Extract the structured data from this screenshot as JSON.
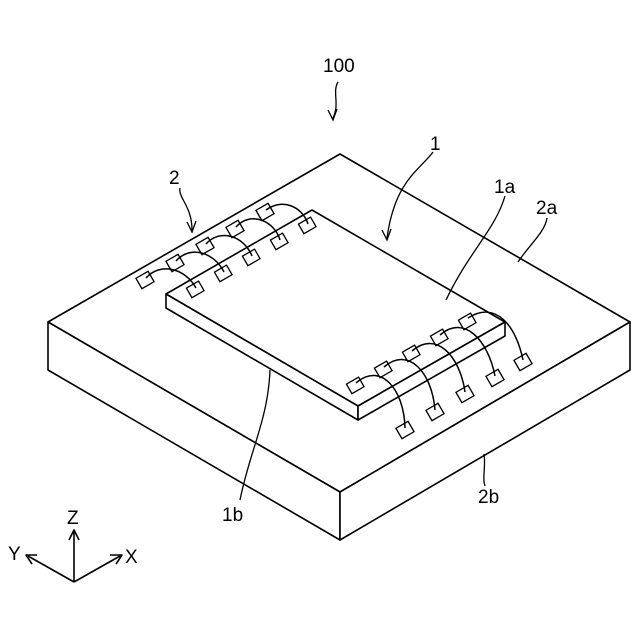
{
  "figure": {
    "labels": {
      "assembly": "100",
      "chip": "1",
      "chip_top": "1a",
      "chip_side": "1b",
      "substrate": "2",
      "substrate_top": "2a",
      "substrate_side": "2b"
    },
    "axes": {
      "z": "Z",
      "y": "Y",
      "x": "X"
    }
  }
}
